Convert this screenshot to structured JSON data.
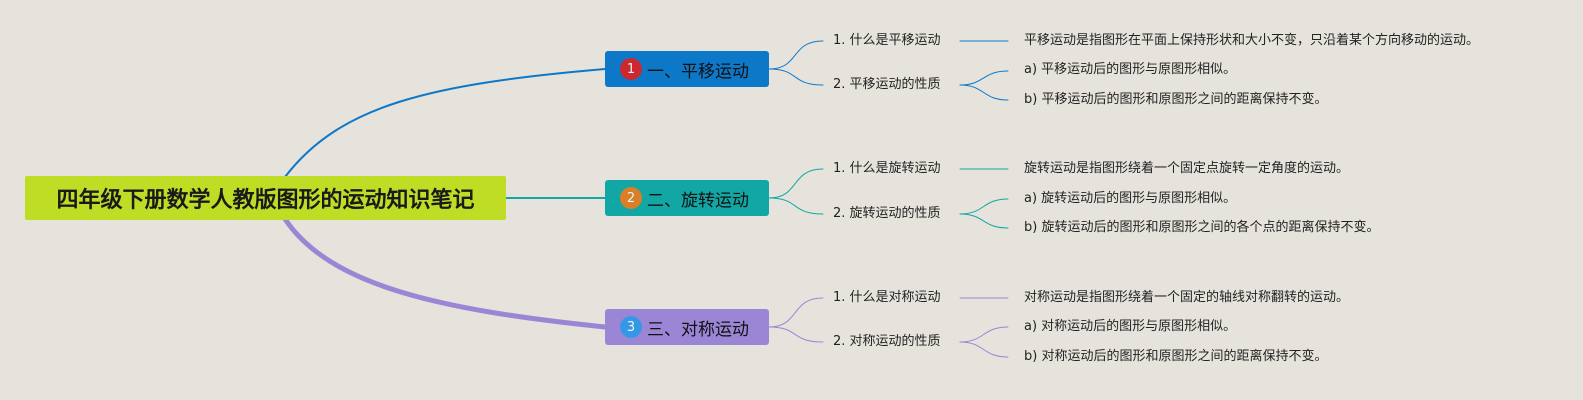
{
  "root": {
    "title": "四年级下册数学人教版图形的运动知识笔记",
    "color": "#bedd24"
  },
  "branches": [
    {
      "label": "一、平移运动",
      "marker": "1",
      "color": "#0e78c8",
      "marker_color": "#e02020",
      "topics": [
        {
          "label": "1. 什么是平移运动",
          "details": [
            "平移运动是指图形在平面上保持形状和大小不变，只沿着某个方向移动的运动。"
          ]
        },
        {
          "label": "2. 平移运动的性质",
          "details": [
            "a) 平移运动后的图形与原图形相似。",
            "b) 平移运动后的图形和原图形之间的距离保持不变。"
          ]
        }
      ]
    },
    {
      "label": "二、旋转运动",
      "marker": "2",
      "color": "#12a7a4",
      "marker_color": "#f07a1a",
      "topics": [
        {
          "label": "1. 什么是旋转运动",
          "details": [
            "旋转运动是指图形绕着一个固定点旋转一定角度的运动。"
          ]
        },
        {
          "label": "2. 旋转运动的性质",
          "details": [
            "a) 旋转运动后的图形与原图形相似。",
            "b) 旋转运动后的图形和原图形之间的各个点的距离保持不变。"
          ]
        }
      ]
    },
    {
      "label": "三、对称运动",
      "marker": "3",
      "color": "#9b86d6",
      "marker_color": "#2a9be8",
      "topics": [
        {
          "label": "1. 什么是对称运动",
          "details": [
            "对称运动是指图形绕着一个固定的轴线对称翻转的运动。"
          ]
        },
        {
          "label": "2. 对称运动的性质",
          "details": [
            "a) 对称运动后的图形与原图形相似。",
            "b) 对称运动后的图形和原图形之间的距离保持不变。"
          ]
        }
      ]
    }
  ]
}
